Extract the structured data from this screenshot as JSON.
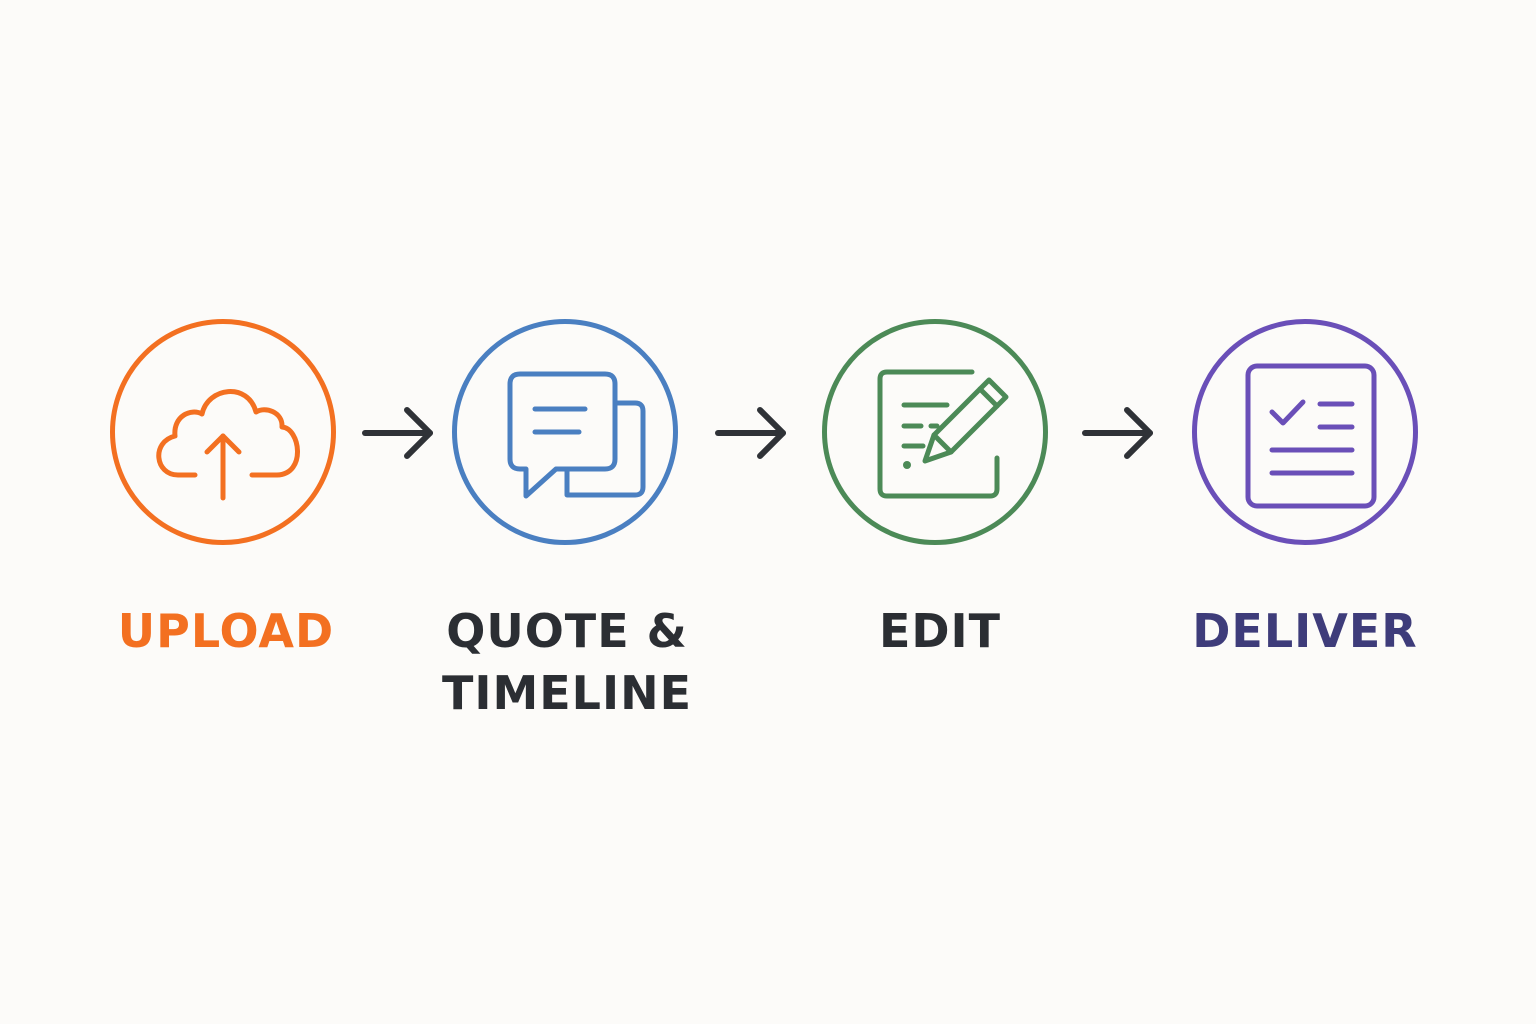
{
  "colors": {
    "background": "#fcfbf9",
    "arrow": "#2f3237",
    "upload": "#f37021",
    "quote": "#4a7fc1",
    "edit": "#4c8a57",
    "deliver": "#6a4fb8",
    "dark_text": "#2b2e33",
    "deliver_text": "#3e3c7a"
  },
  "steps": [
    {
      "id": "upload",
      "label": "UPLOAD",
      "icon": "cloud-upload-icon"
    },
    {
      "id": "quote",
      "label_line1": "QUOTE &",
      "label_line2": "TIMELINE",
      "icon": "chat-bubbles-icon"
    },
    {
      "id": "edit",
      "label": "EDIT",
      "icon": "document-pencil-icon"
    },
    {
      "id": "deliver",
      "label": "DELIVER",
      "icon": "checklist-document-icon"
    }
  ],
  "connectors": [
    "arrow-right-icon",
    "arrow-right-icon",
    "arrow-right-icon"
  ]
}
